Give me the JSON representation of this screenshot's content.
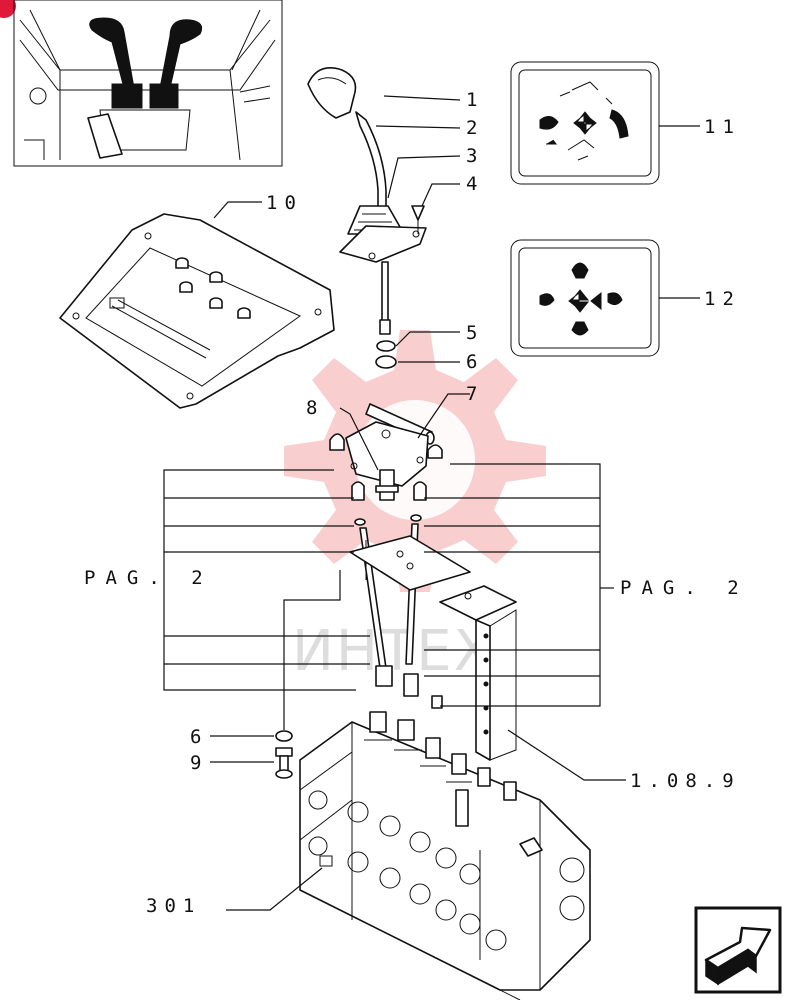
{
  "callouts": {
    "c1": "1",
    "c2": "2",
    "c3": "3",
    "c4": "4",
    "c5": "5",
    "c6a": "6",
    "c6b": "6",
    "c7": "7",
    "c8": "8",
    "c9": "9",
    "c10": "10",
    "c11": "11",
    "c12": "12",
    "c301": "301",
    "c108": "1.08.9",
    "pag_left": "PAG. 2",
    "pag_right": "PAG. 2"
  },
  "watermark": {
    "text": "ИНТЕХ",
    "color": "#f4a6a6"
  },
  "colors": {
    "line": "#111111",
    "background": "#ffffff",
    "badge": "#e0193a"
  },
  "icons": {
    "next_page": "next-page-arrow-icon"
  }
}
